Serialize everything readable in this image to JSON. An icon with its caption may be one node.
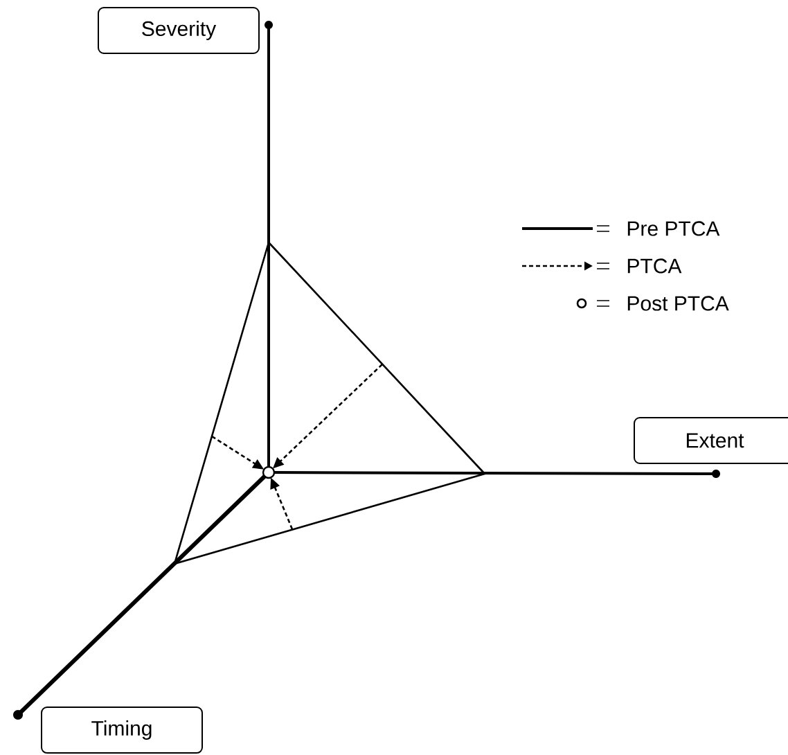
{
  "diagram": {
    "nodes": [
      {
        "text": [
          "Severity"
        ]
      },
      {
        "text": [
          "Extent"
        ]
      },
      {
        "text": [
          "Timing"
        ]
      },
      {
        "text": [],
        "shape": "circle"
      }
    ],
    "edges": [
      {
        "from": null,
        "to": 3,
        "arrow": "to",
        "style": "dashed"
      },
      {
        "from": null,
        "to": 3,
        "arrow": "to",
        "style": "dashed"
      },
      {
        "from": null,
        "to": 3,
        "arrow": "to",
        "style": "dashed"
      }
    ],
    "legend": [
      {
        "text": "Pre PTCA"
      },
      {
        "text": "PTCA"
      },
      {
        "text": "Post PTCA"
      }
    ]
  }
}
